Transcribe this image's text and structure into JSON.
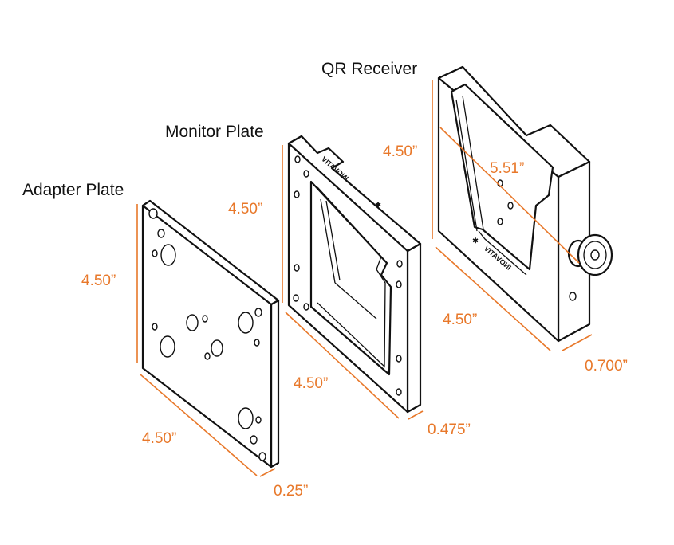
{
  "labels": {
    "adapter_plate": "Adapter Plate",
    "monitor_plate": "Monitor Plate",
    "qr_receiver": "QR Receiver"
  },
  "dimensions": {
    "adapter_height": "4.50”",
    "adapter_width": "4.50”",
    "adapter_thickness": "0.25”",
    "monitor_height": "4.50”",
    "monitor_width": "4.50”",
    "monitor_thickness": "0.475”",
    "receiver_height": "4.50”",
    "receiver_diagonal": "5.51”",
    "receiver_width": "4.50”",
    "receiver_thickness": "0.700”"
  },
  "engraving": {
    "brand": "INOVATIV"
  },
  "colors": {
    "dimension": "#E8782A",
    "outline": "#111111",
    "background": "#FFFFFF"
  }
}
